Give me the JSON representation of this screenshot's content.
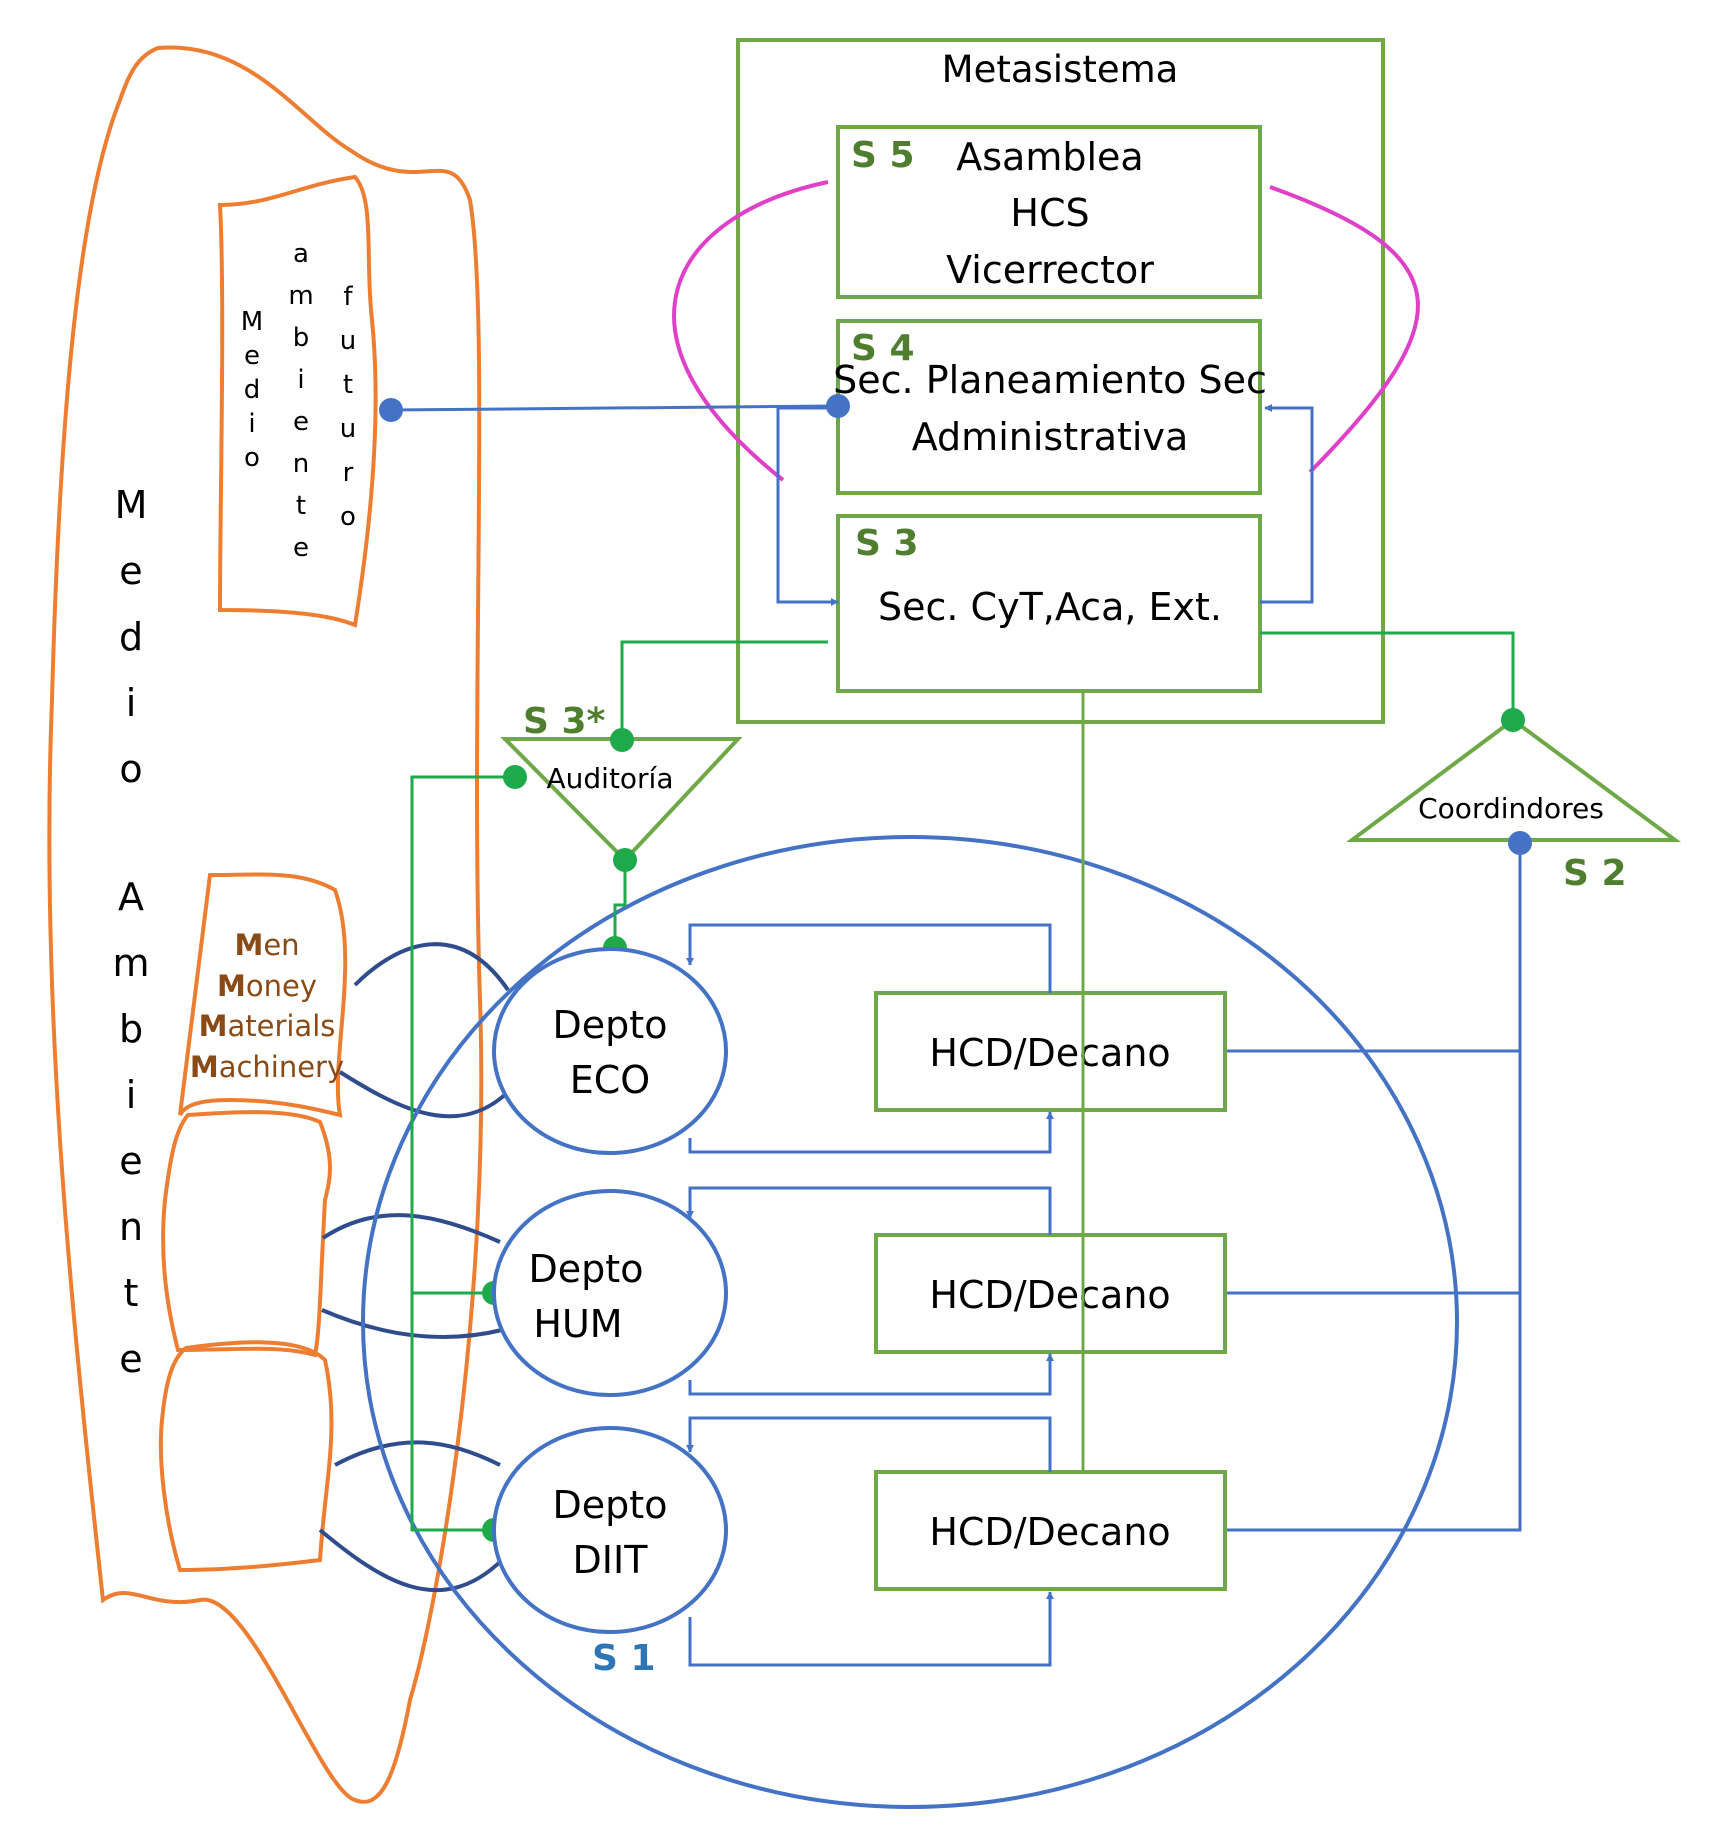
{
  "colors": {
    "green": "#6fa847",
    "green_dark_text": "#4f7f2e",
    "blue": "#4472c4",
    "blue_dark": "#2f4d8c",
    "orange": "#ed7d31",
    "magenta": "#e040c8",
    "node_green": "#1eaa4b",
    "brown": "#8a4a16",
    "s1_blue": "#2e75b6"
  },
  "metasistema": {
    "title": "Metasistema",
    "s5": {
      "label": "S 5",
      "lines": [
        "Asamblea",
        "HCS",
        "Vicerrector"
      ]
    },
    "s4": {
      "label": "S 4",
      "lines": [
        "Sec. Planeamiento Sec",
        "Administrativa"
      ]
    },
    "s3": {
      "label": "S 3",
      "lines": [
        "Sec. CyT,Aca, Ext."
      ]
    }
  },
  "s3star": {
    "label": "S 3*",
    "name": "Auditoría"
  },
  "s2": {
    "label": "S 2",
    "name": "Coordindores"
  },
  "s1": {
    "label": "S 1"
  },
  "departments": [
    {
      "lines": [
        "Depto",
        "ECO"
      ]
    },
    {
      "lines": [
        "Depto",
        "HUM"
      ]
    },
    {
      "lines": [
        "Depto",
        "DIIT"
      ]
    }
  ],
  "hcd_boxes": [
    "HCD/Decano",
    "HCD/Decano",
    "HCD/Decano"
  ],
  "environment": {
    "medio_ambiente_letters": [
      "M",
      "e",
      "d",
      "i",
      "o",
      "A",
      "m",
      "b",
      "i",
      "e",
      "n",
      "t",
      "e"
    ],
    "futuro_col1": [
      "M",
      "e",
      "d",
      "i",
      "o"
    ],
    "futuro_col2": [
      "a",
      "m",
      "b",
      "i",
      "e",
      "n",
      "t",
      "e"
    ],
    "futuro_col3": [
      "f",
      "u",
      "t",
      "u",
      "r",
      "o"
    ],
    "resources": [
      {
        "first": "M",
        "rest": "en"
      },
      {
        "first": "M",
        "rest": "oney"
      },
      {
        "first": "M",
        "rest": "aterials"
      },
      {
        "first": "M",
        "rest": "achinery"
      }
    ]
  }
}
